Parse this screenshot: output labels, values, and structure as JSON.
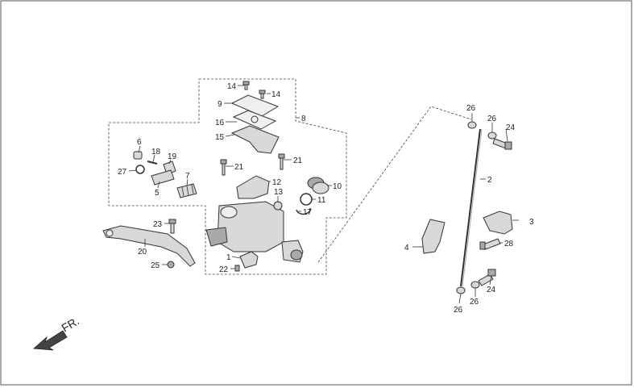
{
  "direction_label": "FR.",
  "callouts": {
    "c1": "1",
    "c2": "2",
    "c3": "3",
    "c4": "4",
    "c5": "5",
    "c6": "6",
    "c7": "7",
    "c8": "8",
    "c9": "9",
    "c10": "10",
    "c11": "11",
    "c12": "12",
    "c13": "13",
    "c14a": "14",
    "c14b": "14",
    "c15": "15",
    "c16": "16",
    "c17": "17",
    "c18": "18",
    "c19": "19",
    "c20": "20",
    "c21a": "21",
    "c21b": "21",
    "c22": "22",
    "c23": "23",
    "c24a": "24",
    "c24b": "24",
    "c25": "25",
    "c26a": "26",
    "c26b": "26",
    "c26c": "26",
    "c26d": "26",
    "c27": "27",
    "c28": "28"
  },
  "colors": {
    "line": "#333333",
    "part_fill": "#d8d8d8",
    "part_dark": "#a9a9a9",
    "arrow": "#444444"
  }
}
